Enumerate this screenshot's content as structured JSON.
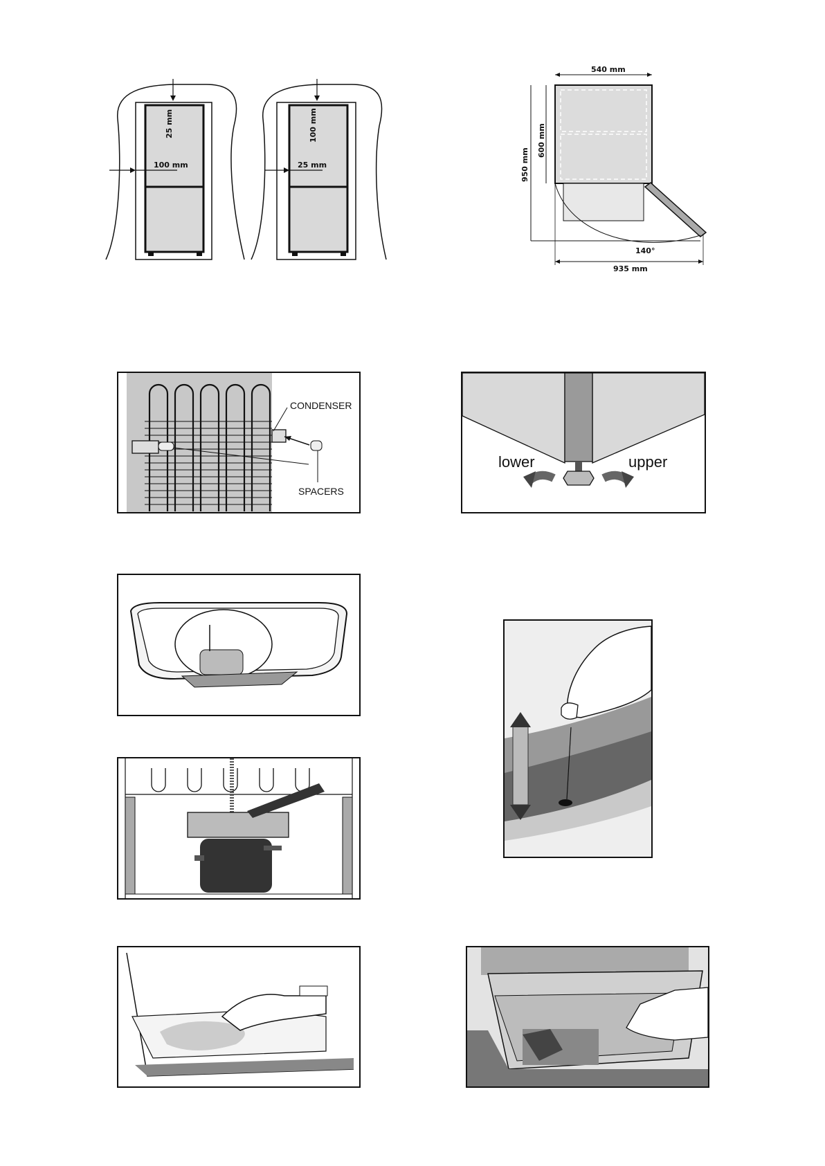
{
  "clearance": {
    "left": {
      "top_gap": "25 mm",
      "side_gap": "100 mm"
    },
    "right": {
      "top_gap": "100 mm",
      "side_gap": "25 mm"
    }
  },
  "dimensions": {
    "width": "540 mm",
    "depth": "600 mm",
    "open_depth": "950 mm",
    "angle": "140°",
    "open_width": "935 mm"
  },
  "condenser": {
    "condenser_label": "CONDENSER",
    "spacers_label": "SPACERS"
  },
  "feet": {
    "lower_label": "lower",
    "upper_label": "upper"
  }
}
